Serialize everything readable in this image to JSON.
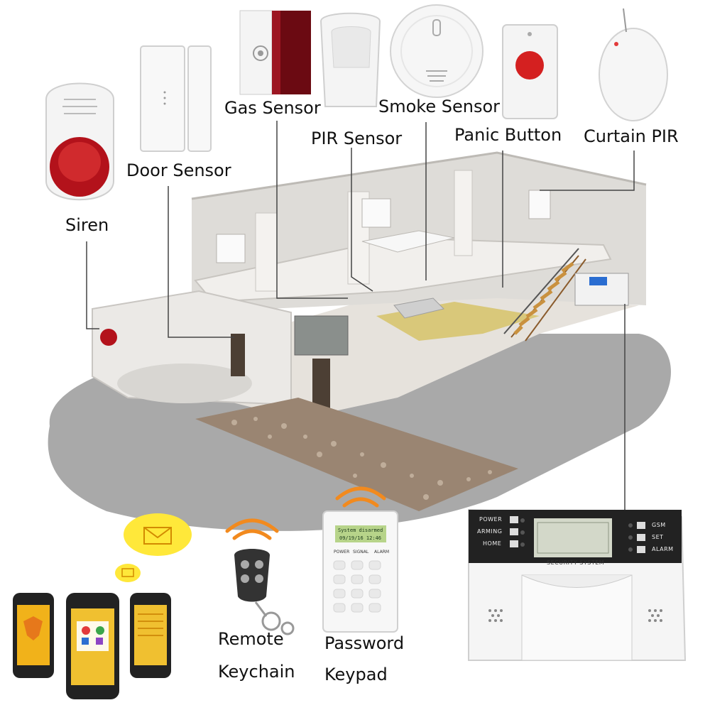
{
  "labels": {
    "siren": "Siren",
    "door_sensor": "Door Sensor",
    "gas_sensor": "Gas Sensor",
    "pir_sensor": "PIR Sensor",
    "smoke_sensor": "Smoke Sensor",
    "panic_button": "Panic Button",
    "curtain_pir": "Curtain PIR",
    "remote_line1": "Remote",
    "remote_line2": "Keychain",
    "keypad_line1": "Password",
    "keypad_line2": "Keypad"
  },
  "keypad": {
    "lcd_line1": "System disarmed",
    "lcd_line2": "09/19/16 12:46",
    "key_power": "POWER",
    "key_signal": "SIGNAL",
    "key_alarm": "ALARM"
  },
  "panel": {
    "power": "POWER",
    "arming": "ARMING",
    "home": "HOME",
    "gsm": "GSM",
    "set": "SET",
    "alarm": "ALARM",
    "brand": "SECURITY SYSTEM"
  },
  "colors": {
    "siren_red": "#b3121b",
    "panic_red": "#d42020",
    "wifi_orange": "#f28a1e",
    "message_yellow": "#ffe83a",
    "ground_gray": "#a9a9a9"
  }
}
